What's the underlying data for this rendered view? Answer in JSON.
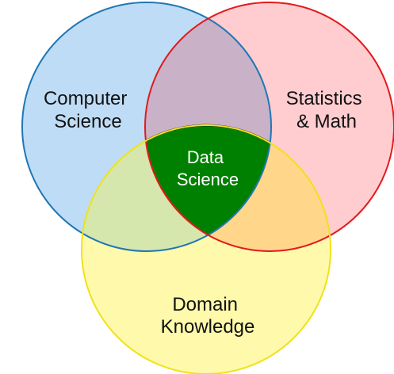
{
  "diagram": {
    "sets": [
      {
        "id": "computer-science",
        "label_lines": [
          "Computer",
          "Science"
        ],
        "fill": "#BBDAF4",
        "stroke": "#1F77B4"
      },
      {
        "id": "statistics-math",
        "label_lines": [
          "Statistics",
          "& Math"
        ],
        "fill": "#FFC9CE",
        "stroke": "#E31A1C"
      },
      {
        "id": "domain-knowledge",
        "label_lines": [
          "Domain",
          "Knowledge"
        ],
        "fill": "#FFF9A8",
        "stroke": "#F0E21A"
      }
    ],
    "intersection": {
      "label_lines": [
        "Data",
        "Science"
      ],
      "fill": "#008000",
      "stroke": "#000000"
    }
  }
}
